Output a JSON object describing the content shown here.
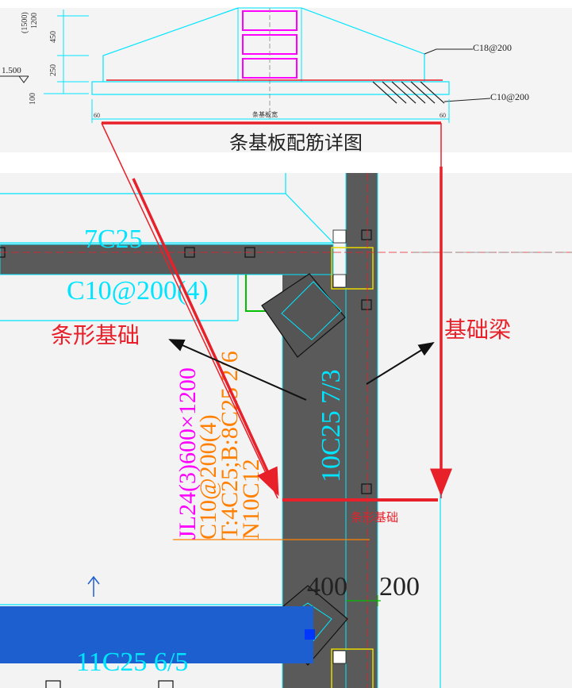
{
  "section_detail": {
    "title": "条基板配筋详图",
    "bar_top": "C18@200",
    "bar_bottom": "C10@200",
    "elevation": "1.500",
    "dims": [
      "(1500)",
      "1200",
      "450",
      "250",
      "100"
    ],
    "slab_width_label": "条基板宽",
    "edge_marks": [
      "60",
      "60"
    ]
  },
  "plan": {
    "top_beam_top_rebar": "7C25",
    "top_beam_stirrup": "C10@200(4)",
    "vertical_beam_rebar": "10C25 7/3",
    "bottom_beam_rebar": "11C25 6/5",
    "jl_name": "JL24(3)600×1200",
    "jl_stirrup": "C10@200(4)",
    "jl_top_bottom": "T:4C25;B:8C25 2/6",
    "jl_side": "N10C12",
    "dim_400": "400",
    "dim_200": "200"
  },
  "annotations": {
    "strip_foundation": "条形基础",
    "foundation_beam": "基础梁",
    "strip_foundation_small": "条形基础"
  },
  "colors": {
    "cyan": "#00e5ff",
    "magenta": "#ff00ff",
    "orange": "#ff8000",
    "red": "#e8202a",
    "concrete": "#5a5a5a",
    "blue_fill": "#1e5fd0",
    "yellow": "#ffff00",
    "green": "#00c000"
  }
}
